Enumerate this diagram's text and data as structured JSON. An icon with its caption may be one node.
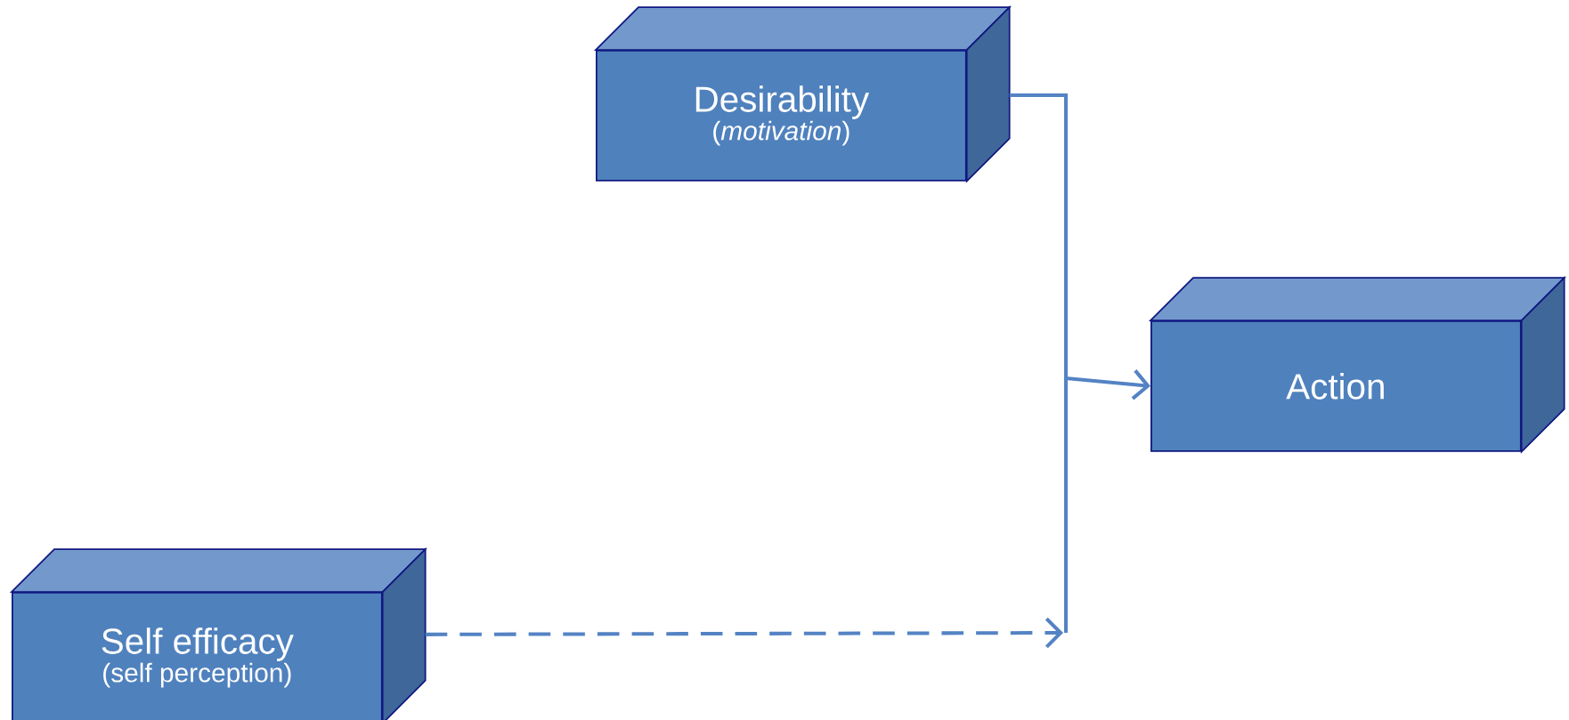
{
  "diagram": {
    "nodes": [
      {
        "text": [
          "Desirability",
          "(*motivation*)"
        ]
      },
      {
        "text": [
          "Action"
        ]
      },
      {
        "text": [
          "Self efficacy",
          "(self perception)"
        ]
      }
    ],
    "edges": [
      {
        "from": 0,
        "to": 1,
        "arrow": "to"
      },
      {
        "from": 2,
        "to": null,
        "arrow": "to",
        "style": "dashed"
      }
    ]
  }
}
